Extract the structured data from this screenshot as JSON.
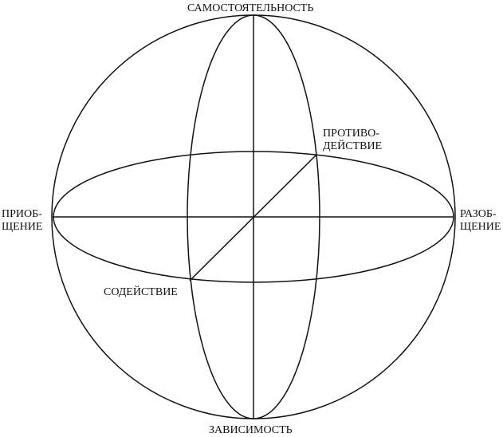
{
  "labels": {
    "top": "САМОСТОЯТЕЛЬНОСТЬ",
    "bottom": "ЗАВИСИМОСТЬ",
    "left": [
      "ПРИОБ-",
      "ЩЕНИЕ"
    ],
    "right": [
      "РАЗОБ-",
      "ЩЕНИЕ"
    ],
    "upper_right": [
      "ПРОТИВО-",
      "ДЕЙСТВИЕ"
    ],
    "lower_left": "СОДЕЙСТВИЕ"
  },
  "colors": {
    "stroke": "#111111",
    "background": "#ffffff"
  }
}
